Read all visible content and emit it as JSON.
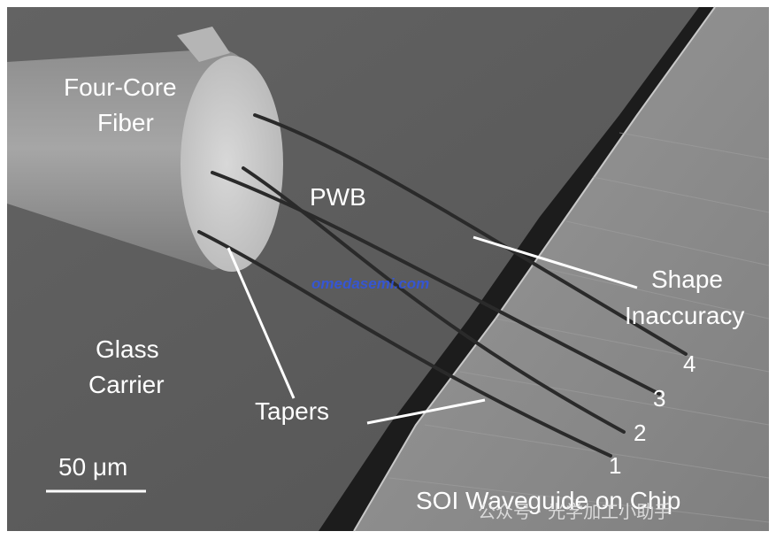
{
  "labels": {
    "fiber_line1": "Four-Core",
    "fiber_line2": "Fiber",
    "pwb": "PWB",
    "shape_line1": "Shape",
    "shape_line2": "Inaccuracy",
    "glass_line1": "Glass",
    "glass_line2": "Carrier",
    "tapers": "Tapers",
    "chip": "SOI Waveguide on Chip",
    "scale_bar": "50 μm",
    "wg_1": "1",
    "wg_2": "2",
    "wg_3": "3",
    "wg_4": "4"
  },
  "watermarks": {
    "site": "omedasemi.com",
    "wechat": "公众号 · 光学加工小助手"
  },
  "colors": {
    "carrier": "#5b5b5b",
    "chip": "#8a8a8a",
    "gap": "#1e1e1e",
    "fiber": "#9a9a9a",
    "fiber_face": "#d2d2d2",
    "annotation": "#ffffff"
  }
}
